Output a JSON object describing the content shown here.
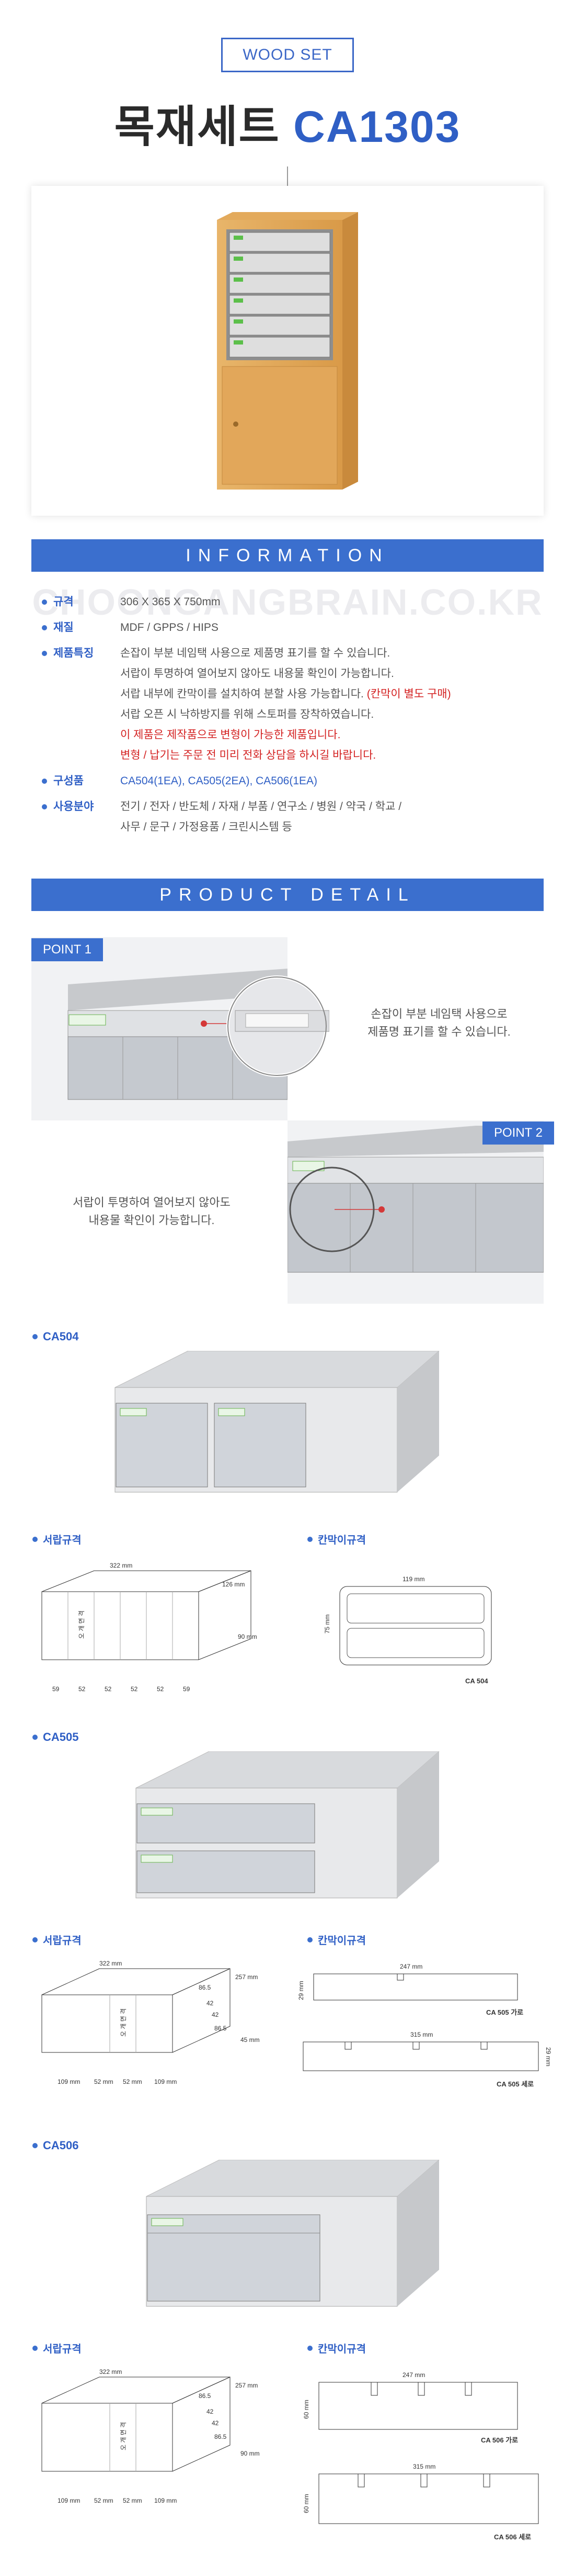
{
  "header": {
    "tag": "WOOD SET",
    "title_ko": "목재세트",
    "title_model": "CA1303"
  },
  "sections": {
    "information": "INFORMATION",
    "product_detail": "PRODUCT DETAIL"
  },
  "watermark": "CHOONGANGBRAIN.CO.KR",
  "info": {
    "spec_label": "규격",
    "spec_value": "306 X 365 X 750mm",
    "material_label": "재질",
    "material_value": "MDF / GPPS / HIPS",
    "feature_label": "제품특징",
    "feature_lines": [
      "손잡이 부분 네임택 사용으로 제품명 표기를 할 수 있습니다.",
      "서랍이 투명하여 열어보지 않아도 내용물 확인이 가능합니다.",
      "서랍 오픈 시 낙하방지를 위해 스토퍼를 장착하였습니다."
    ],
    "feature_divider_a": "서랍 내부에 칸막이를 설치하여 분할 사용 가능합니다. ",
    "feature_divider_b": "(칸막이 별도 구매)",
    "feature_red_1": "이 제품은 제작품으로 변형이 가능한 제품입니다.",
    "feature_red_2": "변형 / 납기는 주문 전 미리 전화 상담을 하시길 바랍니다.",
    "composition_label": "구성품",
    "composition_value": "CA504(1EA), CA505(2EA), CA506(1EA)",
    "usage_label": "사용분야",
    "usage_line1": "전기 / 전자 / 반도체 / 자재 / 부품 / 연구소 / 병원 / 약국 / 학교 /",
    "usage_line2": "사무 / 문구 / 가정용품 / 크린시스템 등"
  },
  "points": {
    "p1_label": "POINT 1",
    "p1_text1": "손잡이 부분 네임택 사용으로",
    "p1_text2": "제품명 표기를 할 수 있습니다.",
    "p2_label": "POINT 2",
    "p2_text1": "서랍이 투명하여 열어보지 않아도",
    "p2_text2": "내용물 확인이 가능합니다."
  },
  "ca504": {
    "name": "CA504",
    "drawer_spec": "서랍규격",
    "divider_spec": "칸막이규격",
    "d_width": "322 mm",
    "d_depth": "126 mm",
    "d_height": "90 mm",
    "d_inner": "오 개 면 격",
    "bottom": [
      "59",
      "52",
      "52",
      "52",
      "52",
      "59"
    ],
    "div_width": "119 mm",
    "div_height": "75 mm",
    "div_caption": "CA 504"
  },
  "ca505": {
    "name": "CA505",
    "drawer_spec": "서랍규격",
    "divider_spec": "칸막이규격",
    "d_width": "322 mm",
    "d_depth": "257 mm",
    "d_h1": "86.5",
    "d_h2": "42",
    "d_h3": "42",
    "d_h4": "86.5",
    "d_height": "45 mm",
    "d_inner": "오 개 면 격",
    "bottom": [
      "109 mm",
      "52 mm",
      "52 mm",
      "109 mm"
    ],
    "div1_width": "247 mm",
    "div1_height": "29 mm",
    "div1_caption": "CA 505 가로",
    "div2_width": "315 mm",
    "div2_height": "29 mm",
    "div2_caption": "CA 505 세로"
  },
  "ca506": {
    "name": "CA506",
    "drawer_spec": "서랍규격",
    "divider_spec": "칸막이규격",
    "d_width": "322 mm",
    "d_depth": "257 mm",
    "d_h1": "86.5",
    "d_h2": "42",
    "d_h3": "42",
    "d_h4": "86.5",
    "d_height": "90 mm",
    "d_inner": "오 개 면 격",
    "bottom": [
      "109 mm",
      "52 mm",
      "52 mm",
      "109 mm"
    ],
    "div1_width": "247 mm",
    "div1_height": "60 mm",
    "div1_caption": "CA 506 가로",
    "div2_width": "315 mm",
    "div2_height": "60 mm",
    "div2_caption": "CA 506 세로"
  }
}
